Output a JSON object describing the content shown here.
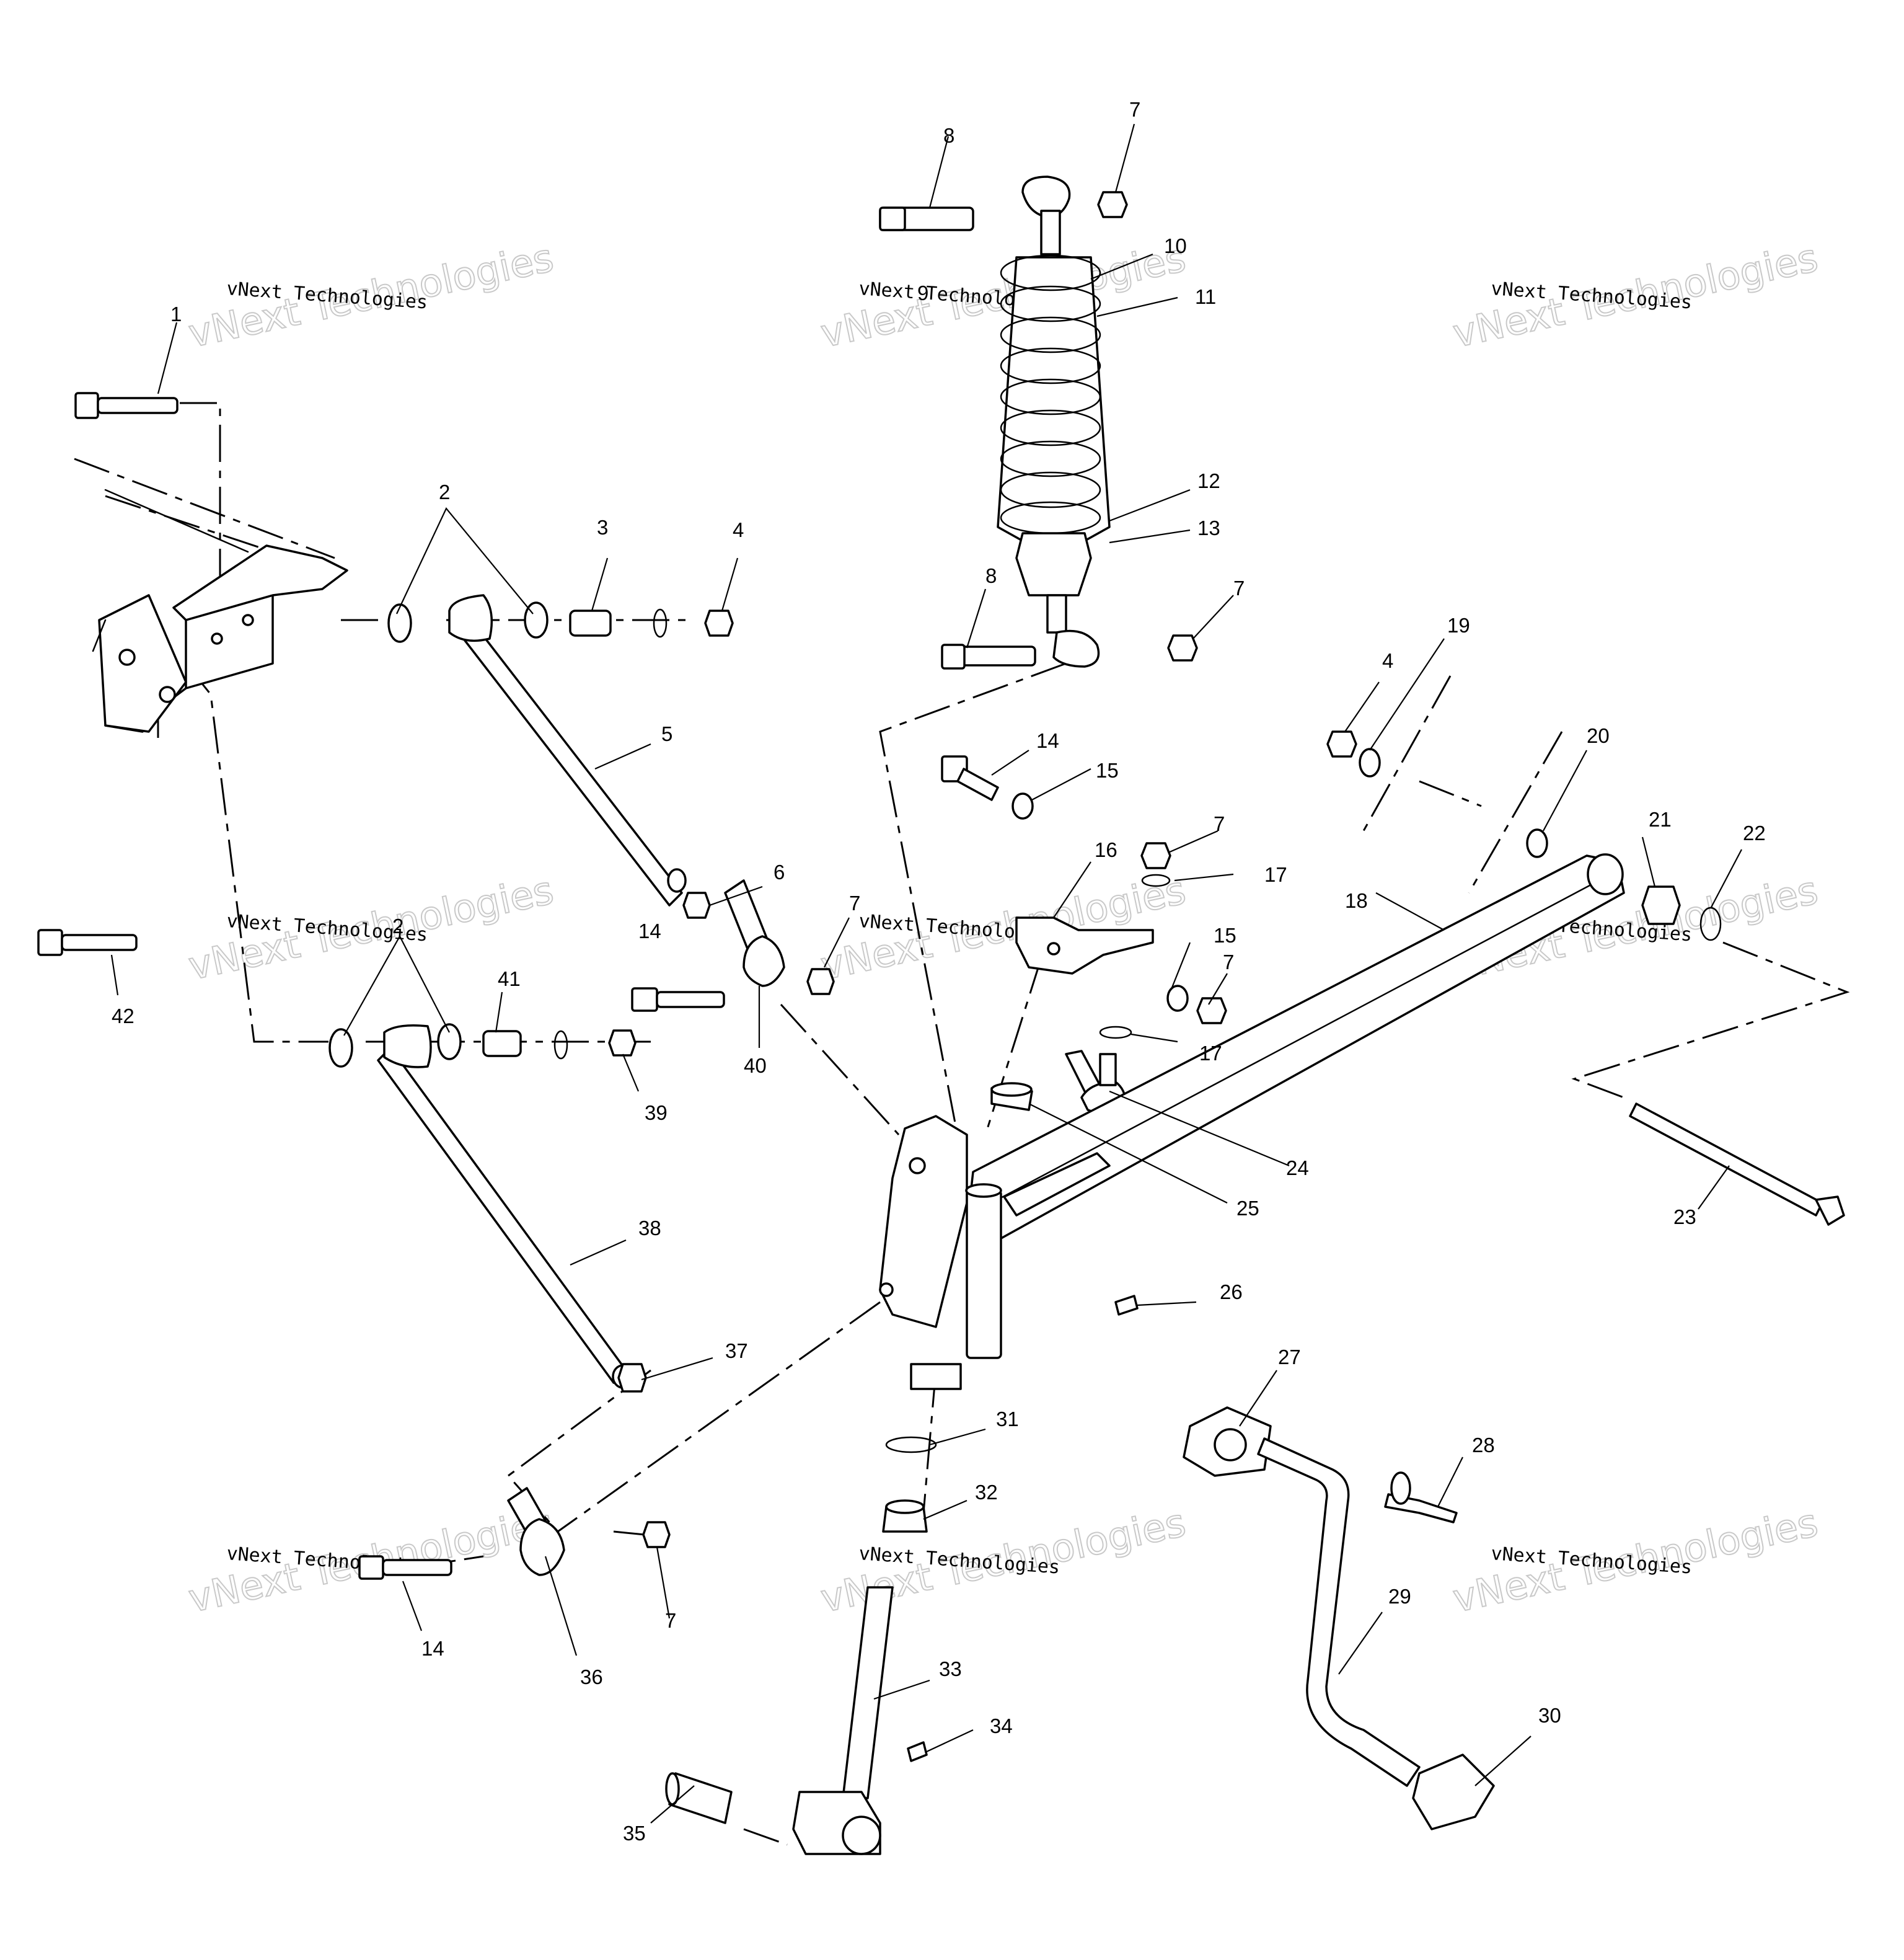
{
  "diagram": {
    "watermark_small": "vNext Technologies",
    "watermark_big": "vNext Technologies",
    "callouts": [
      {
        "id": "c1",
        "label": "1"
      },
      {
        "id": "c2a",
        "label": "2"
      },
      {
        "id": "c2b",
        "label": "2"
      },
      {
        "id": "c3",
        "label": "3"
      },
      {
        "id": "c4a",
        "label": "4"
      },
      {
        "id": "c4b",
        "label": "4"
      },
      {
        "id": "c5",
        "label": "5"
      },
      {
        "id": "c6",
        "label": "6"
      },
      {
        "id": "c7a",
        "label": "7"
      },
      {
        "id": "c7b",
        "label": "7"
      },
      {
        "id": "c7c",
        "label": "7"
      },
      {
        "id": "c7d",
        "label": "7"
      },
      {
        "id": "c7e",
        "label": "7"
      },
      {
        "id": "c7f",
        "label": "7"
      },
      {
        "id": "c8a",
        "label": "8"
      },
      {
        "id": "c8b",
        "label": "8"
      },
      {
        "id": "c9",
        "label": "9"
      },
      {
        "id": "c10",
        "label": "10"
      },
      {
        "id": "c11",
        "label": "11"
      },
      {
        "id": "c12",
        "label": "12"
      },
      {
        "id": "c13",
        "label": "13"
      },
      {
        "id": "c14a",
        "label": "14"
      },
      {
        "id": "c14b",
        "label": "14"
      },
      {
        "id": "c14c",
        "label": "14"
      },
      {
        "id": "c15a",
        "label": "15"
      },
      {
        "id": "c15b",
        "label": "15"
      },
      {
        "id": "c16",
        "label": "16"
      },
      {
        "id": "c17a",
        "label": "17"
      },
      {
        "id": "c17b",
        "label": "17"
      },
      {
        "id": "c18",
        "label": "18"
      },
      {
        "id": "c19",
        "label": "19"
      },
      {
        "id": "c20",
        "label": "20"
      },
      {
        "id": "c21",
        "label": "21"
      },
      {
        "id": "c22",
        "label": "22"
      },
      {
        "id": "c23",
        "label": "23"
      },
      {
        "id": "c24",
        "label": "24"
      },
      {
        "id": "c25",
        "label": "25"
      },
      {
        "id": "c26",
        "label": "26"
      },
      {
        "id": "c27",
        "label": "27"
      },
      {
        "id": "c28",
        "label": "28"
      },
      {
        "id": "c29",
        "label": "29"
      },
      {
        "id": "c30",
        "label": "30"
      },
      {
        "id": "c31",
        "label": "31"
      },
      {
        "id": "c32",
        "label": "32"
      },
      {
        "id": "c33",
        "label": "33"
      },
      {
        "id": "c34",
        "label": "34"
      },
      {
        "id": "c35",
        "label": "35"
      },
      {
        "id": "c36",
        "label": "36"
      },
      {
        "id": "c37",
        "label": "37"
      },
      {
        "id": "c38",
        "label": "38"
      },
      {
        "id": "c39",
        "label": "39"
      },
      {
        "id": "c40",
        "label": "40"
      },
      {
        "id": "c41",
        "label": "41"
      },
      {
        "id": "c42",
        "label": "42"
      }
    ]
  }
}
